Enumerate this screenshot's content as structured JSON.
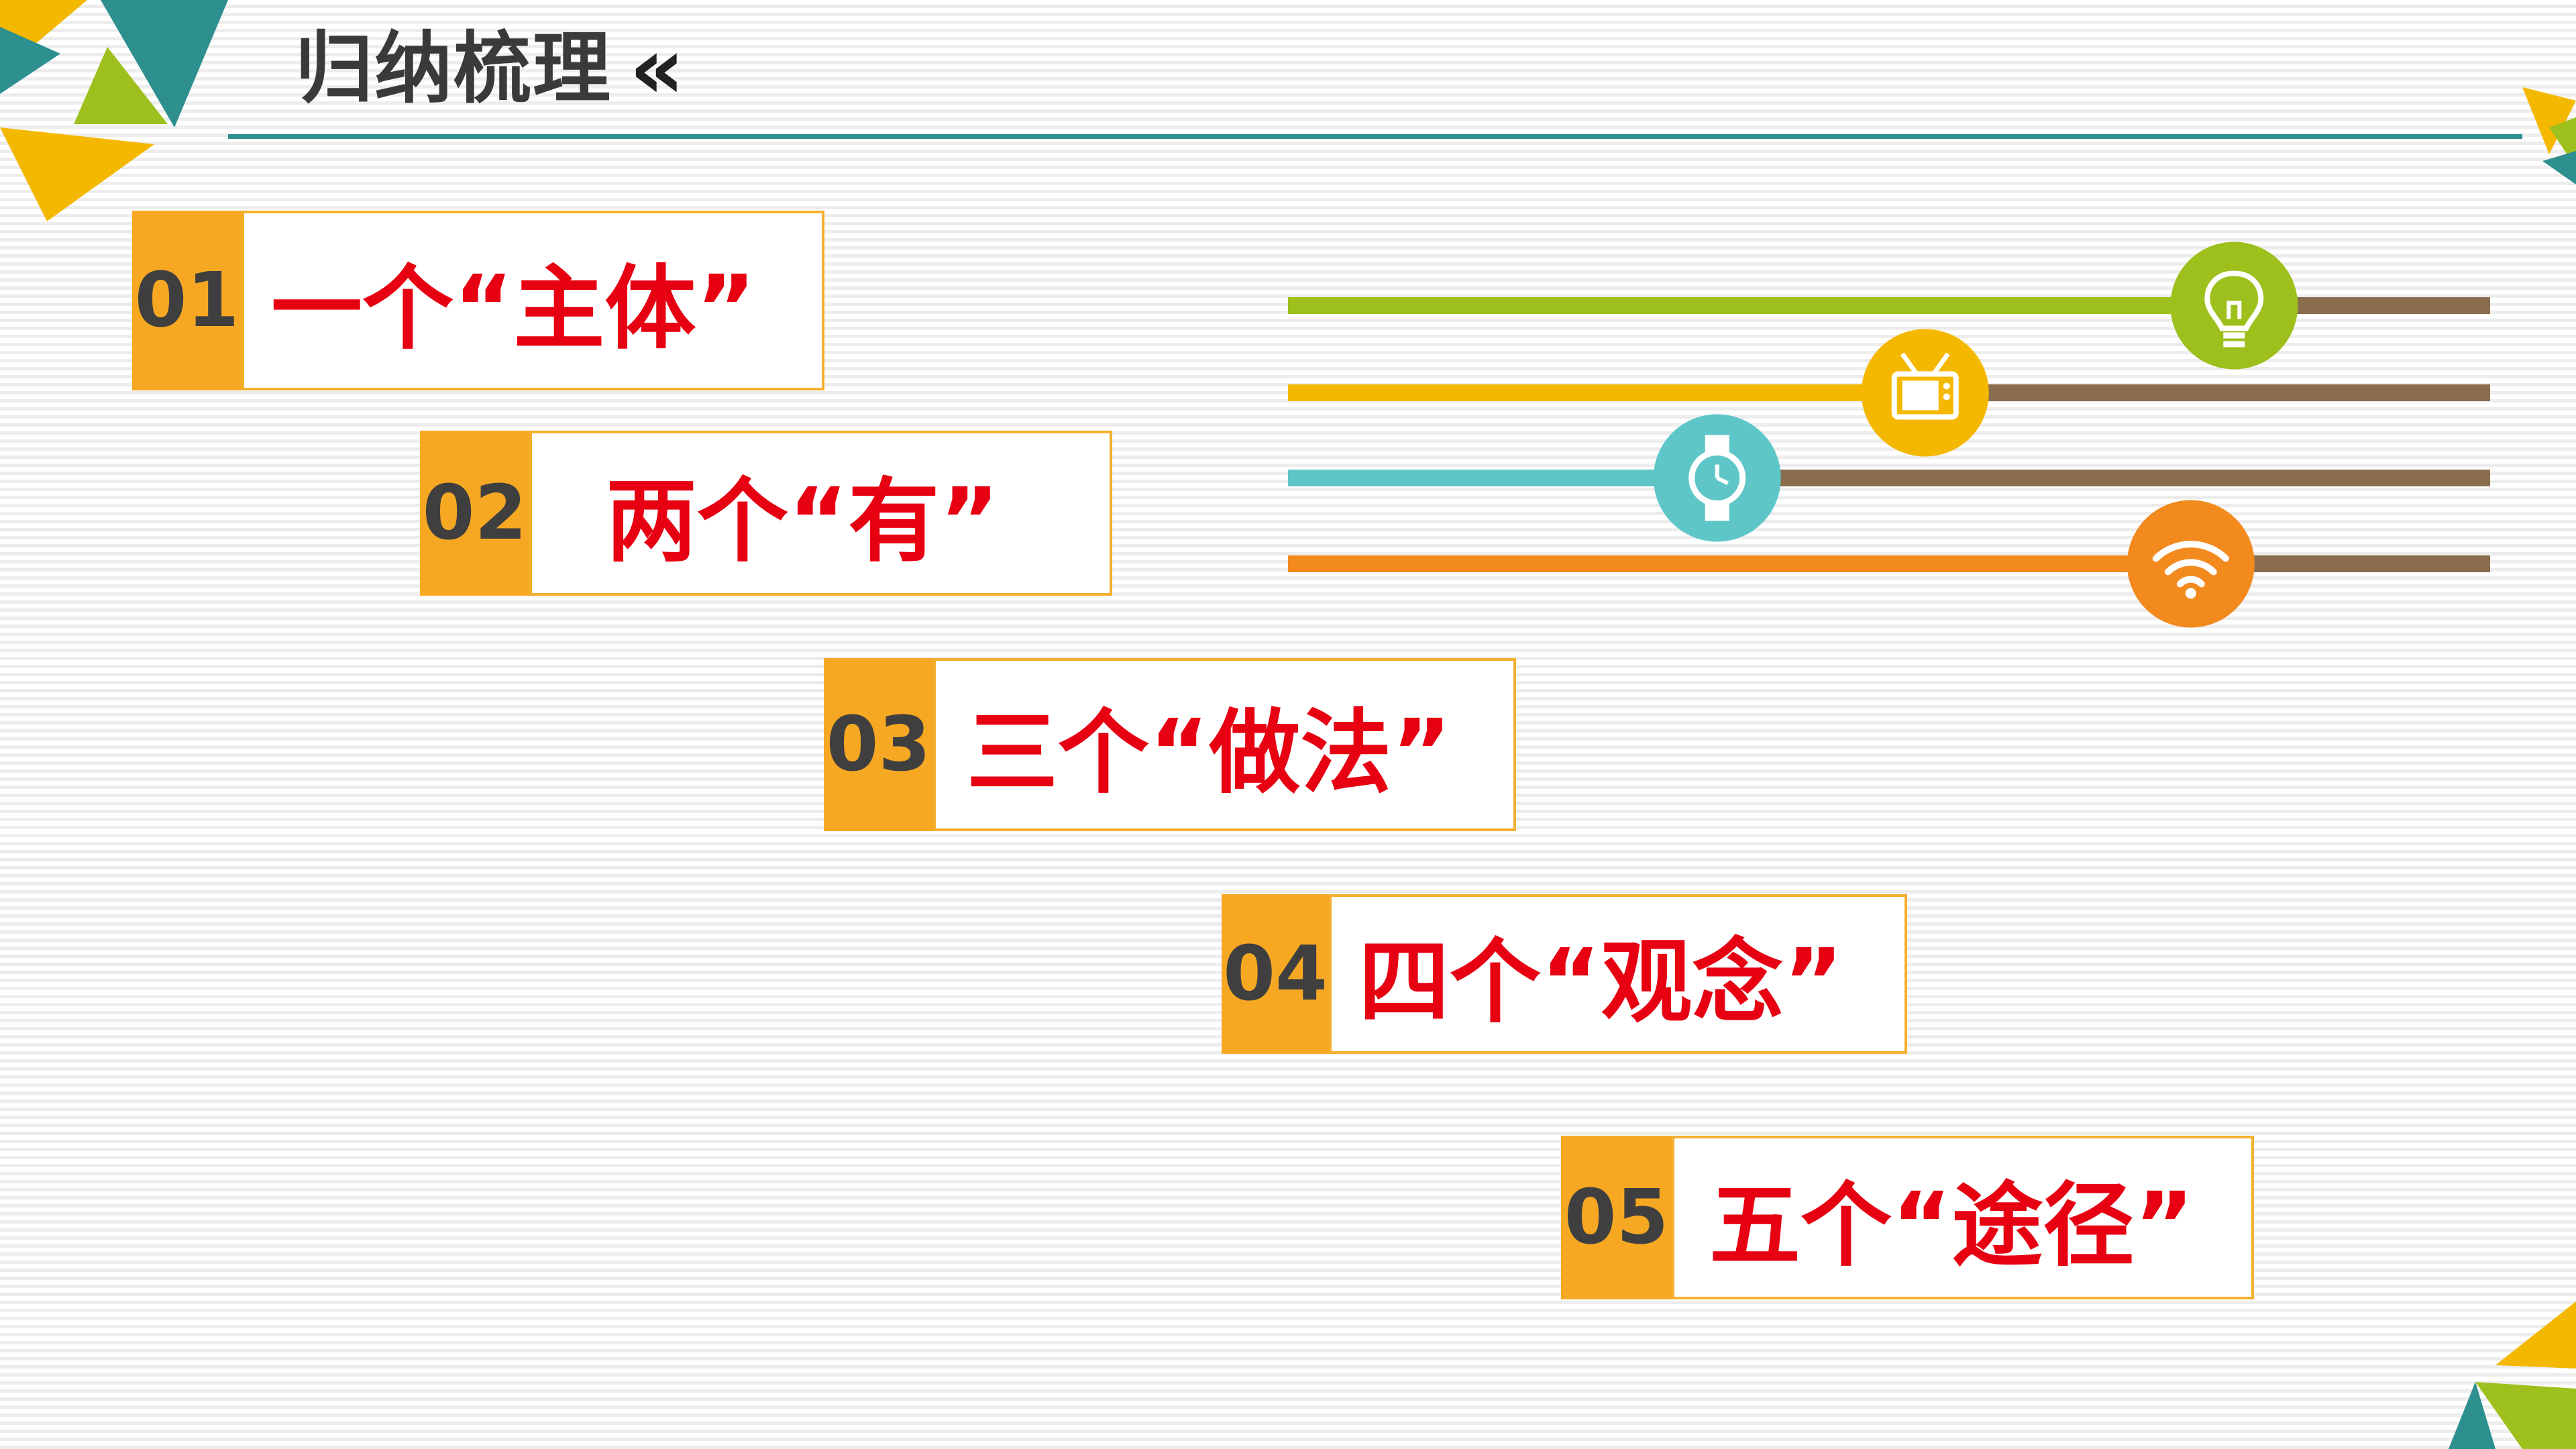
{
  "header": {
    "title": "归纳梳理",
    "chevron": "«"
  },
  "items": [
    {
      "number": "01",
      "label": "一个“主体”"
    },
    {
      "number": "02",
      "label": "两个“有”"
    },
    {
      "number": "03",
      "label": "三个“做法”"
    },
    {
      "number": "04",
      "label": "四个“观念”"
    },
    {
      "number": "05",
      "label": "五个“途径”"
    }
  ],
  "sliders": [
    {
      "color": "#9dc01d",
      "level": 0.787,
      "icon": "lightbulb-icon"
    },
    {
      "color": "#f5b800",
      "level": 0.53,
      "icon": "tv-icon"
    },
    {
      "color": "#5fc6c8",
      "level": 0.357,
      "icon": "watch-icon"
    },
    {
      "color": "#f28a1e",
      "level": 0.751,
      "icon": "wifi-icon"
    }
  ],
  "colors": {
    "accent_orange": "#f7a823",
    "label_red": "#e60012",
    "number_gray": "#3f3f3f",
    "track_brown": "#8a6d4d",
    "header_line": "#2e8f8f"
  }
}
